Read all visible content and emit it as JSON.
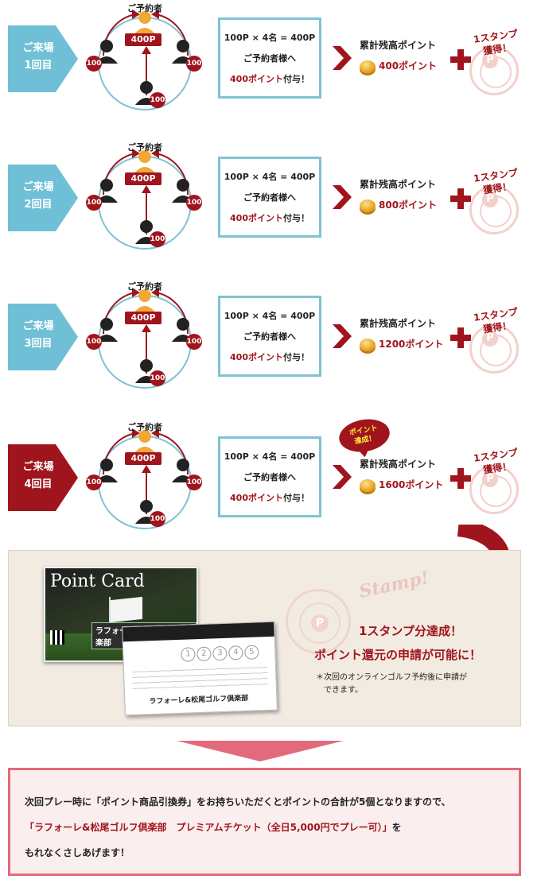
{
  "rows": [
    {
      "visit_label_line1": "ご来場",
      "visit_label_line2": "1回目",
      "tag_color": "#6fc0d6",
      "reserver_label": "ご予約者",
      "center_points": "400P",
      "person_points": [
        "100",
        "100",
        "100"
      ],
      "calc_line1": "100P × 4名 = 400P",
      "calc_line2": "ご予約者様へ",
      "calc_line3_highlight": "400ポイント",
      "calc_line3_suffix": "付与！",
      "total_label": "累計残高ポイント",
      "total_value": "400ポイント",
      "stamp_line1": "1スタンプ",
      "stamp_line2": "獲得！",
      "stamp_letter": "P"
    },
    {
      "visit_label_line1": "ご来場",
      "visit_label_line2": "2回目",
      "tag_color": "#6fc0d6",
      "reserver_label": "ご予約者",
      "center_points": "400P",
      "person_points": [
        "100",
        "100",
        "100"
      ],
      "calc_line1": "100P × 4名 = 400P",
      "calc_line2": "ご予約者様へ",
      "calc_line3_highlight": "400ポイント",
      "calc_line3_suffix": "付与！",
      "total_label": "累計残高ポイント",
      "total_value": "800ポイント",
      "stamp_line1": "1スタンプ",
      "stamp_line2": "獲得！",
      "stamp_letter": "P"
    },
    {
      "visit_label_line1": "ご来場",
      "visit_label_line2": "3回目",
      "tag_color": "#6fc0d6",
      "reserver_label": "ご予約者",
      "center_points": "400P",
      "person_points": [
        "100",
        "100",
        "100"
      ],
      "calc_line1": "100P × 4名 = 400P",
      "calc_line2": "ご予約者様へ",
      "calc_line3_highlight": "400ポイント",
      "calc_line3_suffix": "付与！",
      "total_label": "累計残高ポイント",
      "total_value": "1200ポイント",
      "stamp_line1": "1スタンプ",
      "stamp_line2": "獲得！",
      "stamp_letter": "P"
    },
    {
      "visit_label_line1": "ご来場",
      "visit_label_line2": "4回目",
      "tag_color": "#a0151d",
      "reserver_label": "ご予約者",
      "center_points": "400P",
      "person_points": [
        "100",
        "100",
        "100"
      ],
      "calc_line1": "100P × 4名 = 400P",
      "calc_line2": "ご予約者様へ",
      "calc_line3_highlight": "400ポイント",
      "calc_line3_suffix": "付与！",
      "total_label": "累計残高ポイント",
      "total_value": "1600ポイント",
      "stamp_line1": "1スタンプ",
      "stamp_line2": "獲得！",
      "stamp_letter": "P"
    }
  ],
  "achieved_bubble": {
    "line1": "ポイント",
    "line2": "達成！"
  },
  "panel": {
    "card_title": "Point Card",
    "card_brand": "ラフォーレ&松尾ゴルフ倶楽部",
    "card_back_brand": "ラフォーレ&松尾ゴルフ倶楽部",
    "card_circles": [
      "1",
      "2",
      "3",
      "4",
      "5"
    ],
    "stamp_word": "Stamp!",
    "stamp_letter": "P",
    "achievement_line1": "1スタンプ分達成！",
    "achievement_line2": "ポイント還元の申請が可能に！",
    "note_line1": "＊次回のオンラインゴルフ予約後に申請が",
    "note_line2": "できます。"
  },
  "footer": {
    "line1": "次回プレー時に「ポイント商品引換券」をお持ちいただくとポイントの合計が5個となりますので、",
    "line2_highlight": "「ラフォーレ&松尾ゴルフ倶楽部　プレミアムチケット（全日5,000円でプレー可）」",
    "line2_suffix": "を",
    "line3": "もれなくさしあげます！"
  },
  "colors": {
    "accent_red": "#a0151d",
    "accent_blue": "#6fc0d6",
    "footer_border": "#e36a7a"
  }
}
